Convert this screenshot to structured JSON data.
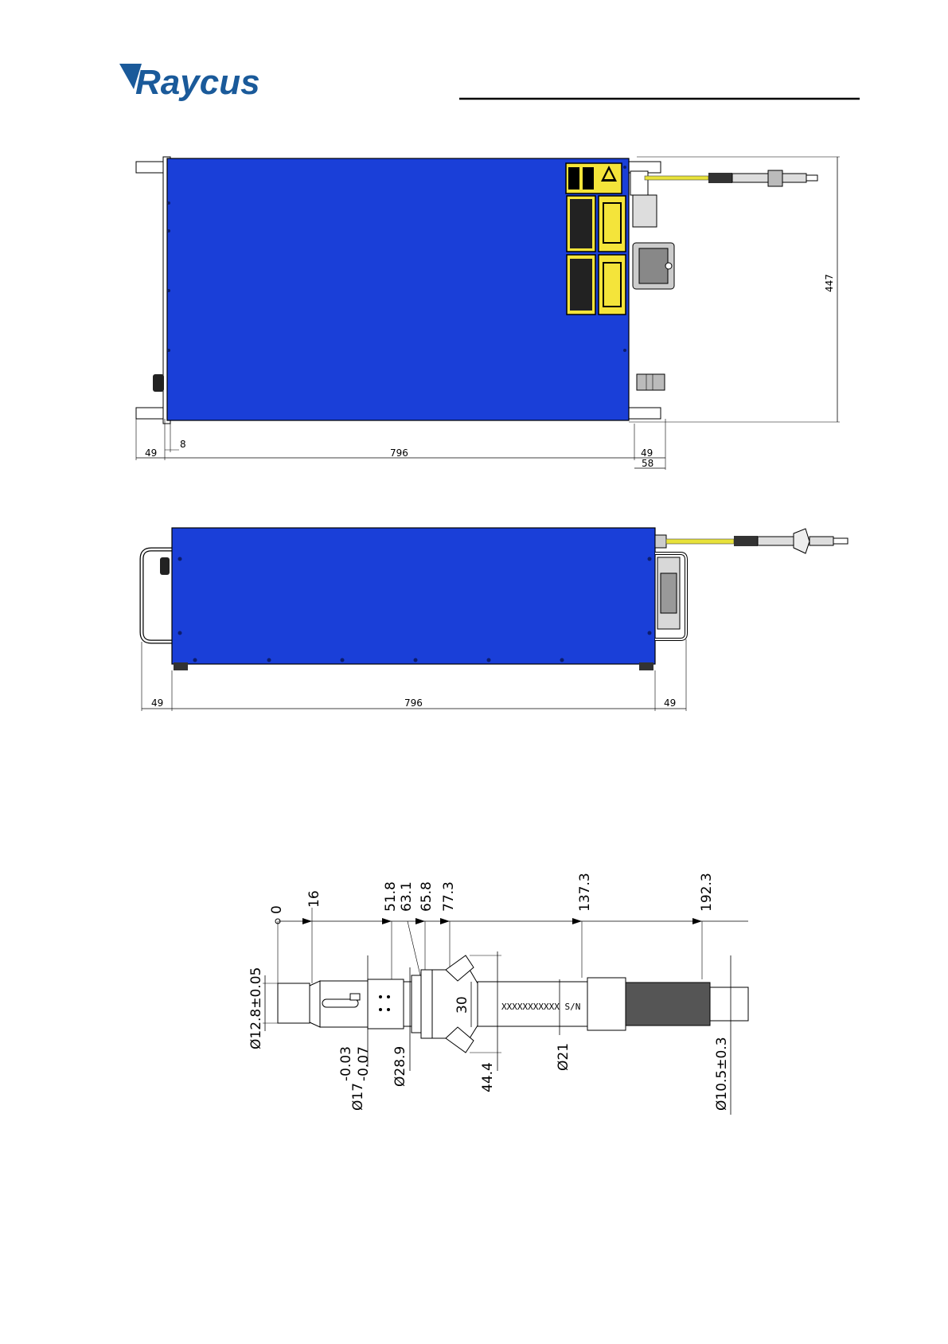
{
  "header": {
    "brand": "Raycus"
  },
  "top_view": {
    "dims": {
      "height": "447",
      "left_flange": "49",
      "wall": "8",
      "length": "796",
      "right_flange": "49",
      "right_total": "58"
    }
  },
  "side_view": {
    "dims": {
      "left": "49",
      "length": "796",
      "right": "49"
    }
  },
  "connector_view": {
    "positions": [
      "0",
      "16",
      "51.8",
      "63.1",
      "65.8",
      "77.3",
      "137.3",
      "192.3"
    ],
    "diameters": {
      "d_12_8": "Ø12.8±0.05",
      "d_17": "Ø17",
      "d_17_upper": "-0.03",
      "d_17_lower": "-0.07",
      "d_28_9": "Ø28.9",
      "h_30": "30",
      "h_44_4": "44.4",
      "d_21": "Ø21",
      "d_10_5": "Ø10.5±0.3"
    }
  },
  "colors": {
    "brand_blue": "#1a5a9a",
    "body_blue": "#1a3fd8",
    "label_yellow": "#f4e43a",
    "cable_yellow": "#e8e23a"
  }
}
